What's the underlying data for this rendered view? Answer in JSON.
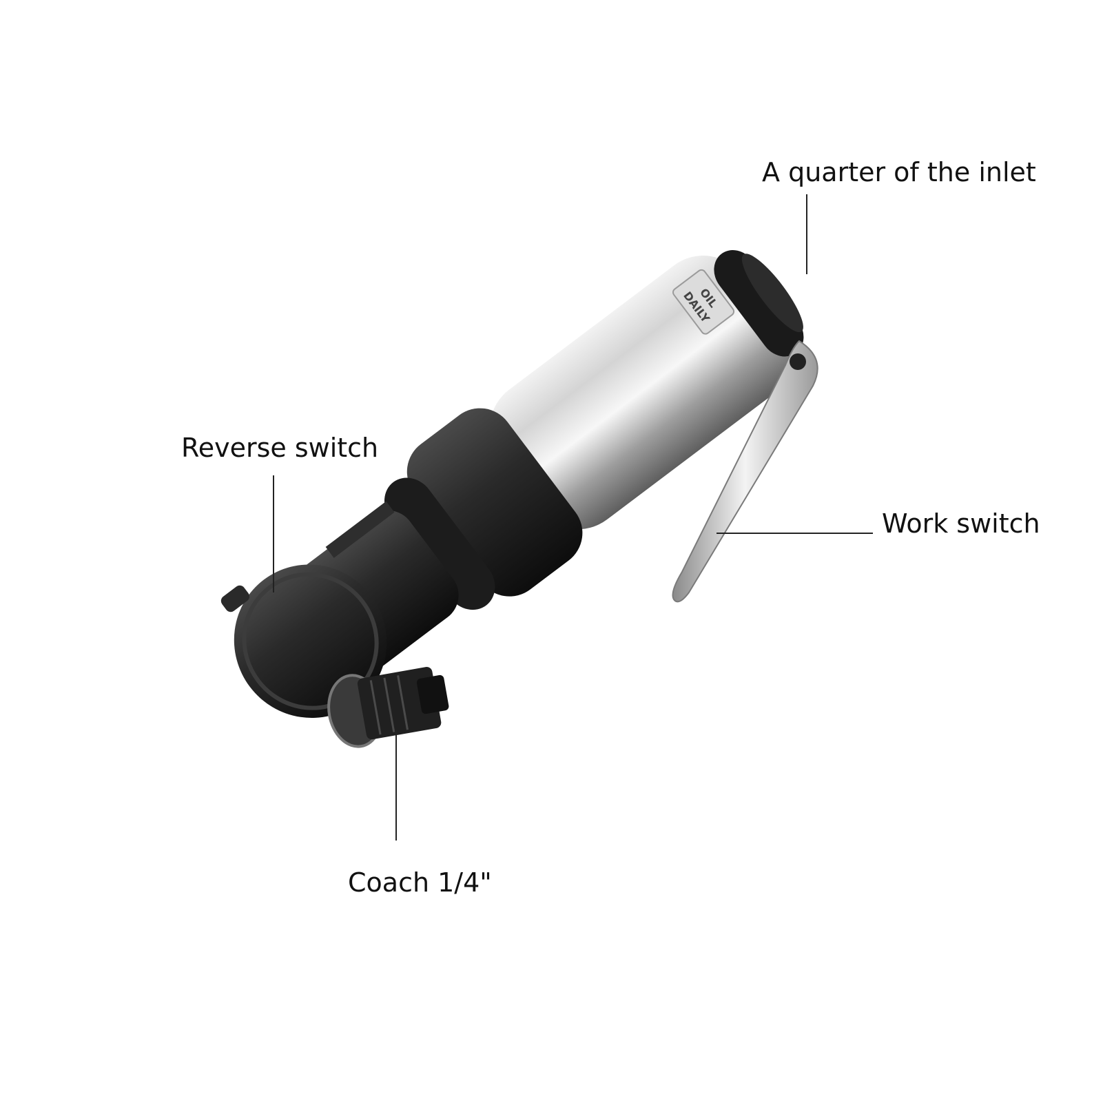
{
  "labels": {
    "inlet": "A quarter of the inlet",
    "reverse_switch": "Reverse switch",
    "work_switch": "Work switch",
    "coach": "Coach 1/4\""
  },
  "tool_marking": {
    "line1": "OIL",
    "line2": "DAILY"
  },
  "colors": {
    "background": "#ffffff",
    "body_metal": "#c9c9c9",
    "rubber": "#1f1f1f",
    "lever": "#d6d6d6",
    "leader_line": "#222222"
  }
}
